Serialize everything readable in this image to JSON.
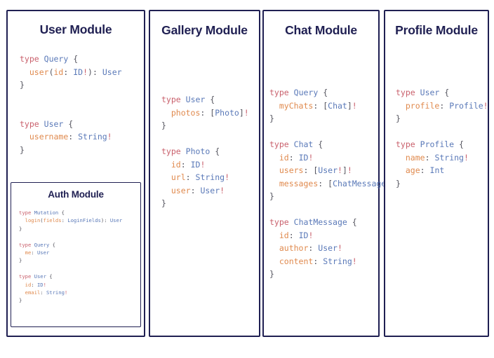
{
  "page": {
    "background_color": "#ffffff",
    "title_color": "#1f1f52",
    "card_border_color": "#1f1f52"
  },
  "syntax_colors": {
    "keyword": "#c9606c",
    "type": "#5a79b8",
    "field": "#e08a4e",
    "punctuation": "#55555f",
    "non_null_bang": "#c9606c"
  },
  "cards": [
    {
      "id": "user",
      "title": "User Module",
      "code": "type Query {\n  user(id: ID!): User\n}\n\n\ntype User {\n  username: String!\n}",
      "code_lines": [
        "type Query {",
        "  user(id: ID!): User",
        "}",
        "",
        "",
        "type User {",
        "  username: String!",
        "}"
      ],
      "sub_card": {
        "id": "auth",
        "title": "Auth Module",
        "code": "type Mutation {\n  login(fields: LoginFields): User\n}\n\ntype Query {\n  me: User\n}\n\ntype User {\n  id: ID!\n  email: String!\n}",
        "code_lines": [
          "type Mutation {",
          "  login(fields: LoginFields): User",
          "}",
          "",
          "type Query {",
          "  me: User",
          "}",
          "",
          "type User {",
          "  id: ID!",
          "  email: String!",
          "}"
        ]
      }
    },
    {
      "id": "gallery",
      "title": "Gallery Module",
      "code": "type User {\n  photos: [Photo]!\n}\n\ntype Photo {\n  id: ID!\n  url: String!\n  user: User!\n}",
      "code_lines": [
        "type User {",
        "  photos: [Photo]!",
        "}",
        "",
        "type Photo {",
        "  id: ID!",
        "  url: String!",
        "  user: User!",
        "}"
      ]
    },
    {
      "id": "chat",
      "title": "Chat Module",
      "code": "type Query {\n  myChats: [Chat]!\n}\n\ntype Chat {\n  id: ID!\n  users: [User!]!\n  messages: [ChatMessage]!\n}\n\ntype ChatMessage {\n  id: ID!\n  author: User!\n  content: String!\n}",
      "code_lines": [
        "type Query {",
        "  myChats: [Chat]!",
        "}",
        "",
        "type Chat {",
        "  id: ID!",
        "  users: [User!]!",
        "  messages: [ChatMessage]!",
        "}",
        "",
        "type ChatMessage {",
        "  id: ID!",
        "  author: User!",
        "  content: String!",
        "}"
      ]
    },
    {
      "id": "profile",
      "title": "Profile Module",
      "code": "type User {\n  profile: Profile!\n}\n\ntype Profile {\n  name: String!\n  age: Int\n}",
      "code_lines": [
        "type User {",
        "  profile: Profile!",
        "}",
        "",
        "type Profile {",
        "  name: String!",
        "  age: Int",
        "}"
      ]
    }
  ]
}
